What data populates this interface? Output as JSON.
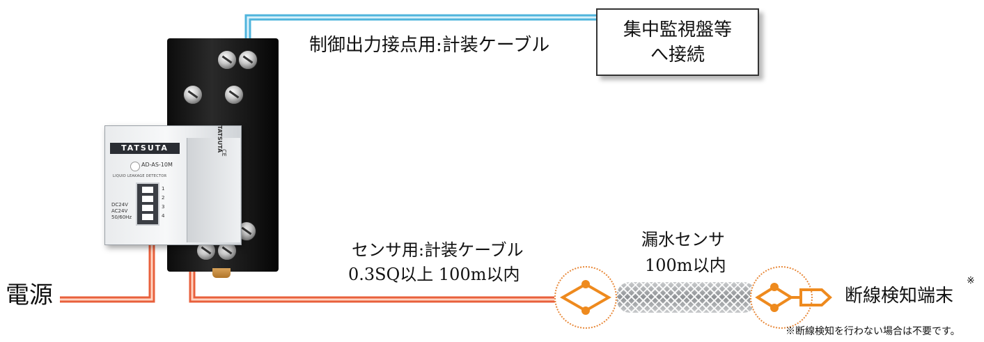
{
  "title": "",
  "device": {
    "brand": "TATSUTA",
    "model": "AD-AS-10M",
    "subtitle": "LIQUID LEAKAGE DETECTOR",
    "terminals": [
      "1",
      "2",
      "3",
      "4"
    ],
    "spec": [
      "DC24V",
      "AC24V",
      "50/60Hz"
    ],
    "ce_mark": "CE"
  },
  "labels": {
    "control_cable": "制御出力接点用:計装ケーブル",
    "connect_box_line1": "集中監視盤等",
    "connect_box_line2": "へ接続",
    "power": "電源",
    "sensor_cable_line1": "センサ用:計装ケーブル",
    "sensor_cable_line2": "0.3SQ以上  100m以内",
    "leak_sensor_line1": "漏水センサ",
    "leak_sensor_line2": "100m以内",
    "break_terminal": "断線検知端末",
    "asterisk": "※",
    "footnote": "※断線検知を行わない場合は不要です。"
  },
  "colors": {
    "control_line_outer": "#4fb4dc",
    "control_line_inner": "#d8f1fb",
    "power_line_outer": "#e8603c",
    "power_line_inner": "#ffd4c2",
    "sensor_symbol": "#ee8a1e",
    "box_border": "#333333"
  },
  "icons": {
    "sensor_start": "diamond-node-icon",
    "sensor_end": "end-terminal-icon"
  }
}
